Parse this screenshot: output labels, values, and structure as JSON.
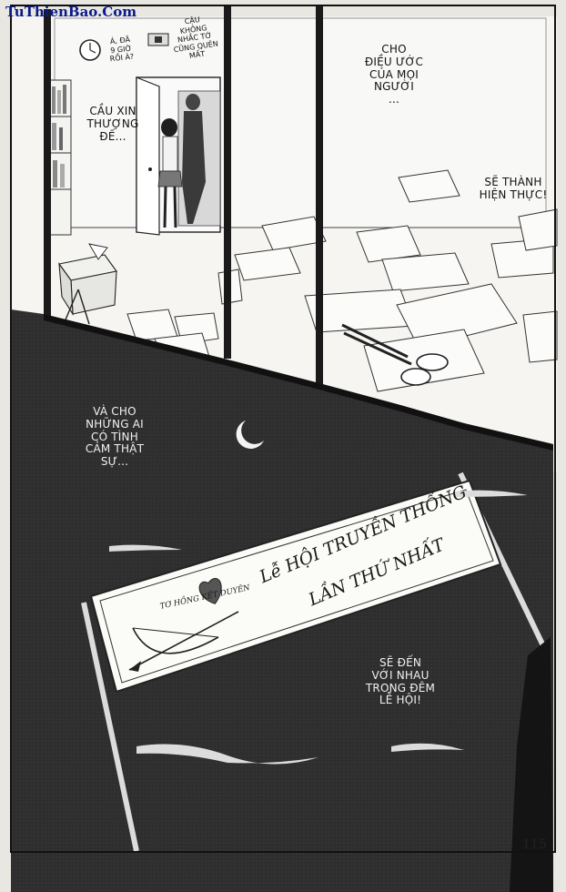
{
  "watermark": "TuThienBao.Com",
  "page_number": "115",
  "bubbles": {
    "girl_whisper": [
      "Á, ĐÃ",
      "9 GIỜ",
      "RỒI À?"
    ],
    "boy_whisper": [
      "CẬU",
      "KHÔNG",
      "NHẮC TỚ",
      "CŨNG QUÊN",
      "MẤT"
    ],
    "prayer": [
      "CẦU XIN",
      "THƯỢNG",
      "ĐẾ..."
    ],
    "wishes": [
      "CHO",
      "ĐIỀU ƯỚC",
      "CỦA MỌI",
      "NGƯỜI",
      "..."
    ],
    "come_true": [
      "SẼ THÀNH",
      "HIỆN THỰC!"
    ],
    "lovers": [
      "VÀ CHO",
      "NHỮNG AI",
      "CÓ TÌNH",
      "CẢM THẬT",
      "SỰ..."
    ],
    "together": [
      "SẼ ĐẾN",
      "VỚI NHAU",
      "TRONG ĐÊM",
      "LỄ HỘI!"
    ]
  },
  "banner": {
    "title_line1": "Lễ HỘI TRUYỀN THỐNG",
    "title_line2": "LẦN THỨ NHẤT",
    "subtitle": "TƠ HỒNG KẾT DUYÊN"
  },
  "colors": {
    "paper": "#e9e7e2",
    "ink": "#111111",
    "night": "#2b2b2b",
    "watermark": "#0a1a8a"
  }
}
